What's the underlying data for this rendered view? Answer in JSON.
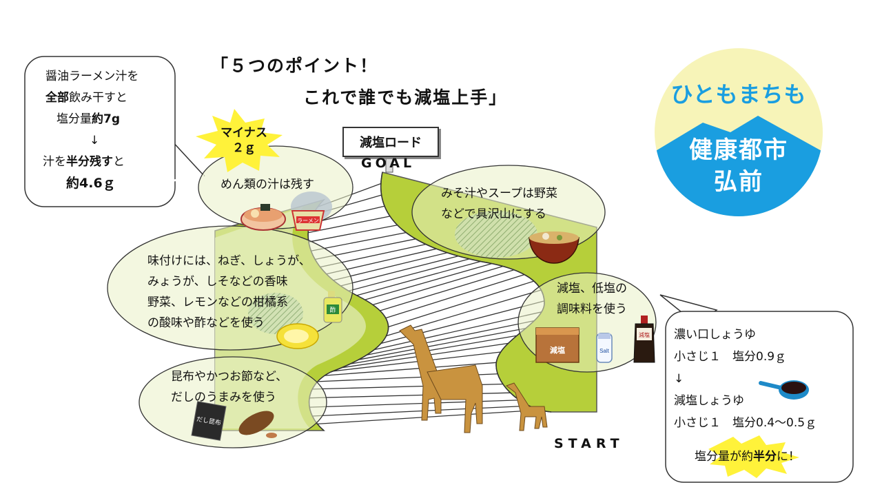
{
  "title": {
    "line1": "「５つのポイント！",
    "line2": "これで誰でも減塩上手」"
  },
  "logo": {
    "top_text": "ひともまちも",
    "bottom_line1": "健康都市",
    "bottom_line2": "弘前",
    "colors": {
      "top": "#f7f4b8",
      "bottom": "#1a9ee0"
    }
  },
  "road": {
    "sign": "減塩ロード",
    "goal": "GOAL",
    "start": "START"
  },
  "callout_ramen": {
    "line1": "醤油ラーメン汁を",
    "line2_bold": "全部",
    "line2_rest": "飲み干すと",
    "line3_pre": "塩分量",
    "line3_bold": "約7g",
    "arrow": "↓",
    "line5_pre": "汁を",
    "line5_bold": "半分残す",
    "line5_post": "と",
    "line6": "約4.6ｇ"
  },
  "starburst_minus": {
    "line1": "マイナス",
    "line2": "２ｇ"
  },
  "points": [
    {
      "id": "noodle-soup",
      "lines": [
        "めん類の汁は残す"
      ]
    },
    {
      "id": "miso-soup",
      "lines": [
        "みそ汁やスープは野菜",
        "などで具沢山にする"
      ]
    },
    {
      "id": "seasoning",
      "lines": [
        "味付けには、ねぎ、しょうが、",
        "みょうが、しそなどの香味",
        "野菜、レモンなどの柑橘系",
        "の酸味や酢などを使う"
      ]
    },
    {
      "id": "low-salt",
      "lines": [
        "減塩、低塩の",
        "調味料を使う"
      ]
    },
    {
      "id": "dashi",
      "lines": [
        "昆布やかつお節など、",
        "だしのうまみを使う"
      ]
    }
  ],
  "callout_soy": {
    "line1": "濃い口しょうゆ",
    "line2": "小さじ１　塩分0.9ｇ",
    "arrow": "↓",
    "line4": "減塩しょうゆ",
    "line5": "小さじ１　塩分0.4～0.5ｇ",
    "line6_pre": "塩分量が約",
    "line6_bold": "半分",
    "line6_post": "に！"
  },
  "item_labels": {
    "ramen_cup": "ラーメン",
    "vinegar": "酢",
    "genen": "減塩",
    "salt": "Salt",
    "soy_bottle": "減塩",
    "dashi_pack": "だし昆布"
  },
  "colors": {
    "road_green": "#b6cf3a",
    "road_light": "#e9f0c4",
    "bubble_fill": "#eaf1c6",
    "starburst": "#fff23a"
  }
}
